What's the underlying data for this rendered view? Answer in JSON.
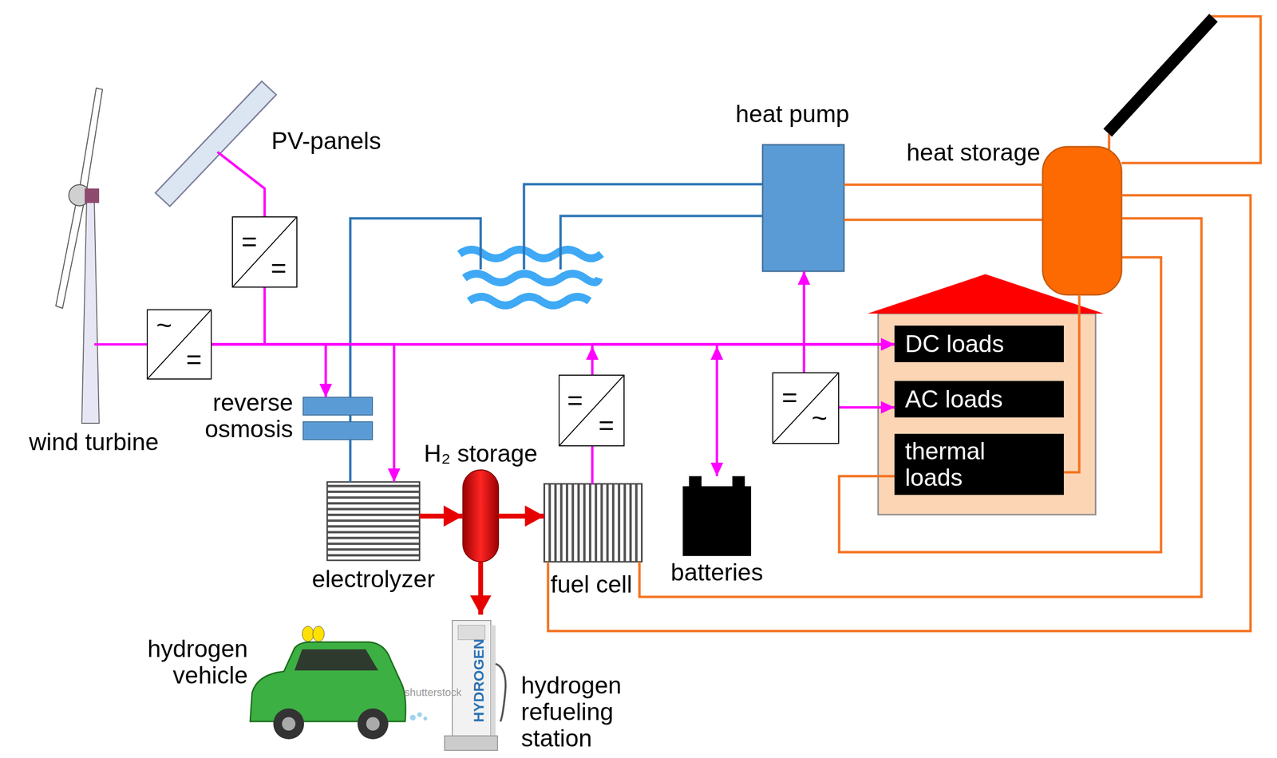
{
  "diagram": {
    "nodes": [
      {
        "text": [
          "wind turbine"
        ]
      },
      {
        "text": [
          "PV-panels"
        ]
      },
      {
        "text": [
          "~",
          "="
        ]
      },
      {
        "text": [
          "=",
          "="
        ]
      },
      {
        "text": [
          "heat pump"
        ]
      },
      {
        "text": [
          "heat storage"
        ]
      },
      {
        "text": []
      },
      {
        "text": [
          "DC loads"
        ],
        "in": 6
      },
      {
        "text": [
          "AC loads"
        ],
        "in": 6
      },
      {
        "text": [
          "thermal loads"
        ],
        "in": 6
      },
      {
        "text": [
          "reverse osmosis"
        ]
      },
      {
        "text": [
          "H₂ storage"
        ]
      },
      {
        "text": [
          "=",
          "="
        ]
      },
      {
        "text": [
          "=",
          "~"
        ]
      },
      {
        "text": [
          "electrolyzer"
        ]
      },
      {
        "text": [
          "fuel cell"
        ]
      },
      {
        "text": [
          "batteries"
        ]
      },
      {
        "text": [
          "hydrogen vehicle"
        ]
      },
      {
        "text": [
          "hydrogen refueling station"
        ]
      }
    ],
    "edges": [
      {
        "from": 0,
        "to": 2,
        "arrow": "none"
      },
      {
        "from": 1,
        "to": 3,
        "arrow": "none"
      },
      {
        "from": 2,
        "to": 7,
        "arrow": "to"
      },
      {
        "from": 3,
        "to": 7,
        "arrow": "to"
      },
      {
        "from": 2,
        "to": 10,
        "arrow": "to"
      },
      {
        "from": 2,
        "to": 14,
        "arrow": "to"
      },
      {
        "from": 12,
        "to": 7,
        "arrow": "to"
      },
      {
        "from": 16,
        "to": 7,
        "arrow": "both"
      },
      {
        "from": 15,
        "to": 12,
        "arrow": "none"
      },
      {
        "from": 13,
        "to": 4,
        "arrow": "to"
      },
      {
        "from": 13,
        "to": 8,
        "arrow": "to"
      },
      {
        "from": 14,
        "to": 11,
        "arrow": "to"
      },
      {
        "from": 11,
        "to": 15,
        "arrow": "to"
      },
      {
        "from": 11,
        "to": 18,
        "arrow": "to"
      },
      {
        "from": 10,
        "to": 14,
        "arrow": "none"
      },
      {
        "from": 4,
        "to": 5,
        "arrow": "none"
      },
      {
        "from": 5,
        "to": 9,
        "arrow": "none"
      },
      {
        "from": 15,
        "to": 5,
        "arrow": "none"
      }
    ],
    "labels": [
      "HYDROGEN",
      "shutterstock"
    ]
  }
}
